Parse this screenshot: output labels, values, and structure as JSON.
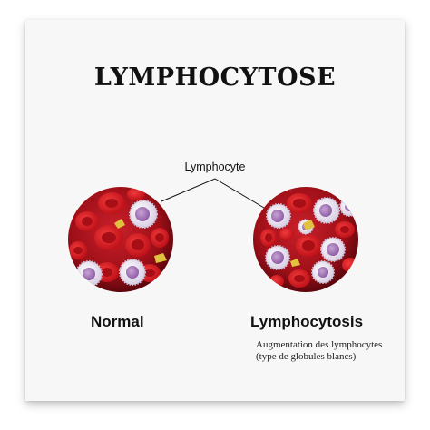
{
  "title": "LYMPHOCYTOSE",
  "annotation": "Lymphocyte",
  "panels": {
    "left_label": "Normal",
    "right_label": "Lymphocytosis"
  },
  "subtitle": "Augmentation des lymphocytes (type de globules blancs)",
  "colors": {
    "card_background": "#f7f7f7",
    "blood_plasma": "#a8121c",
    "red_cell": "#d81c24",
    "red_cell_center": "#b00f16",
    "lymphocyte": "#ece6f2",
    "lymphocyte_nucleus": "#a57bb8",
    "platelet": "#e0c23e"
  }
}
